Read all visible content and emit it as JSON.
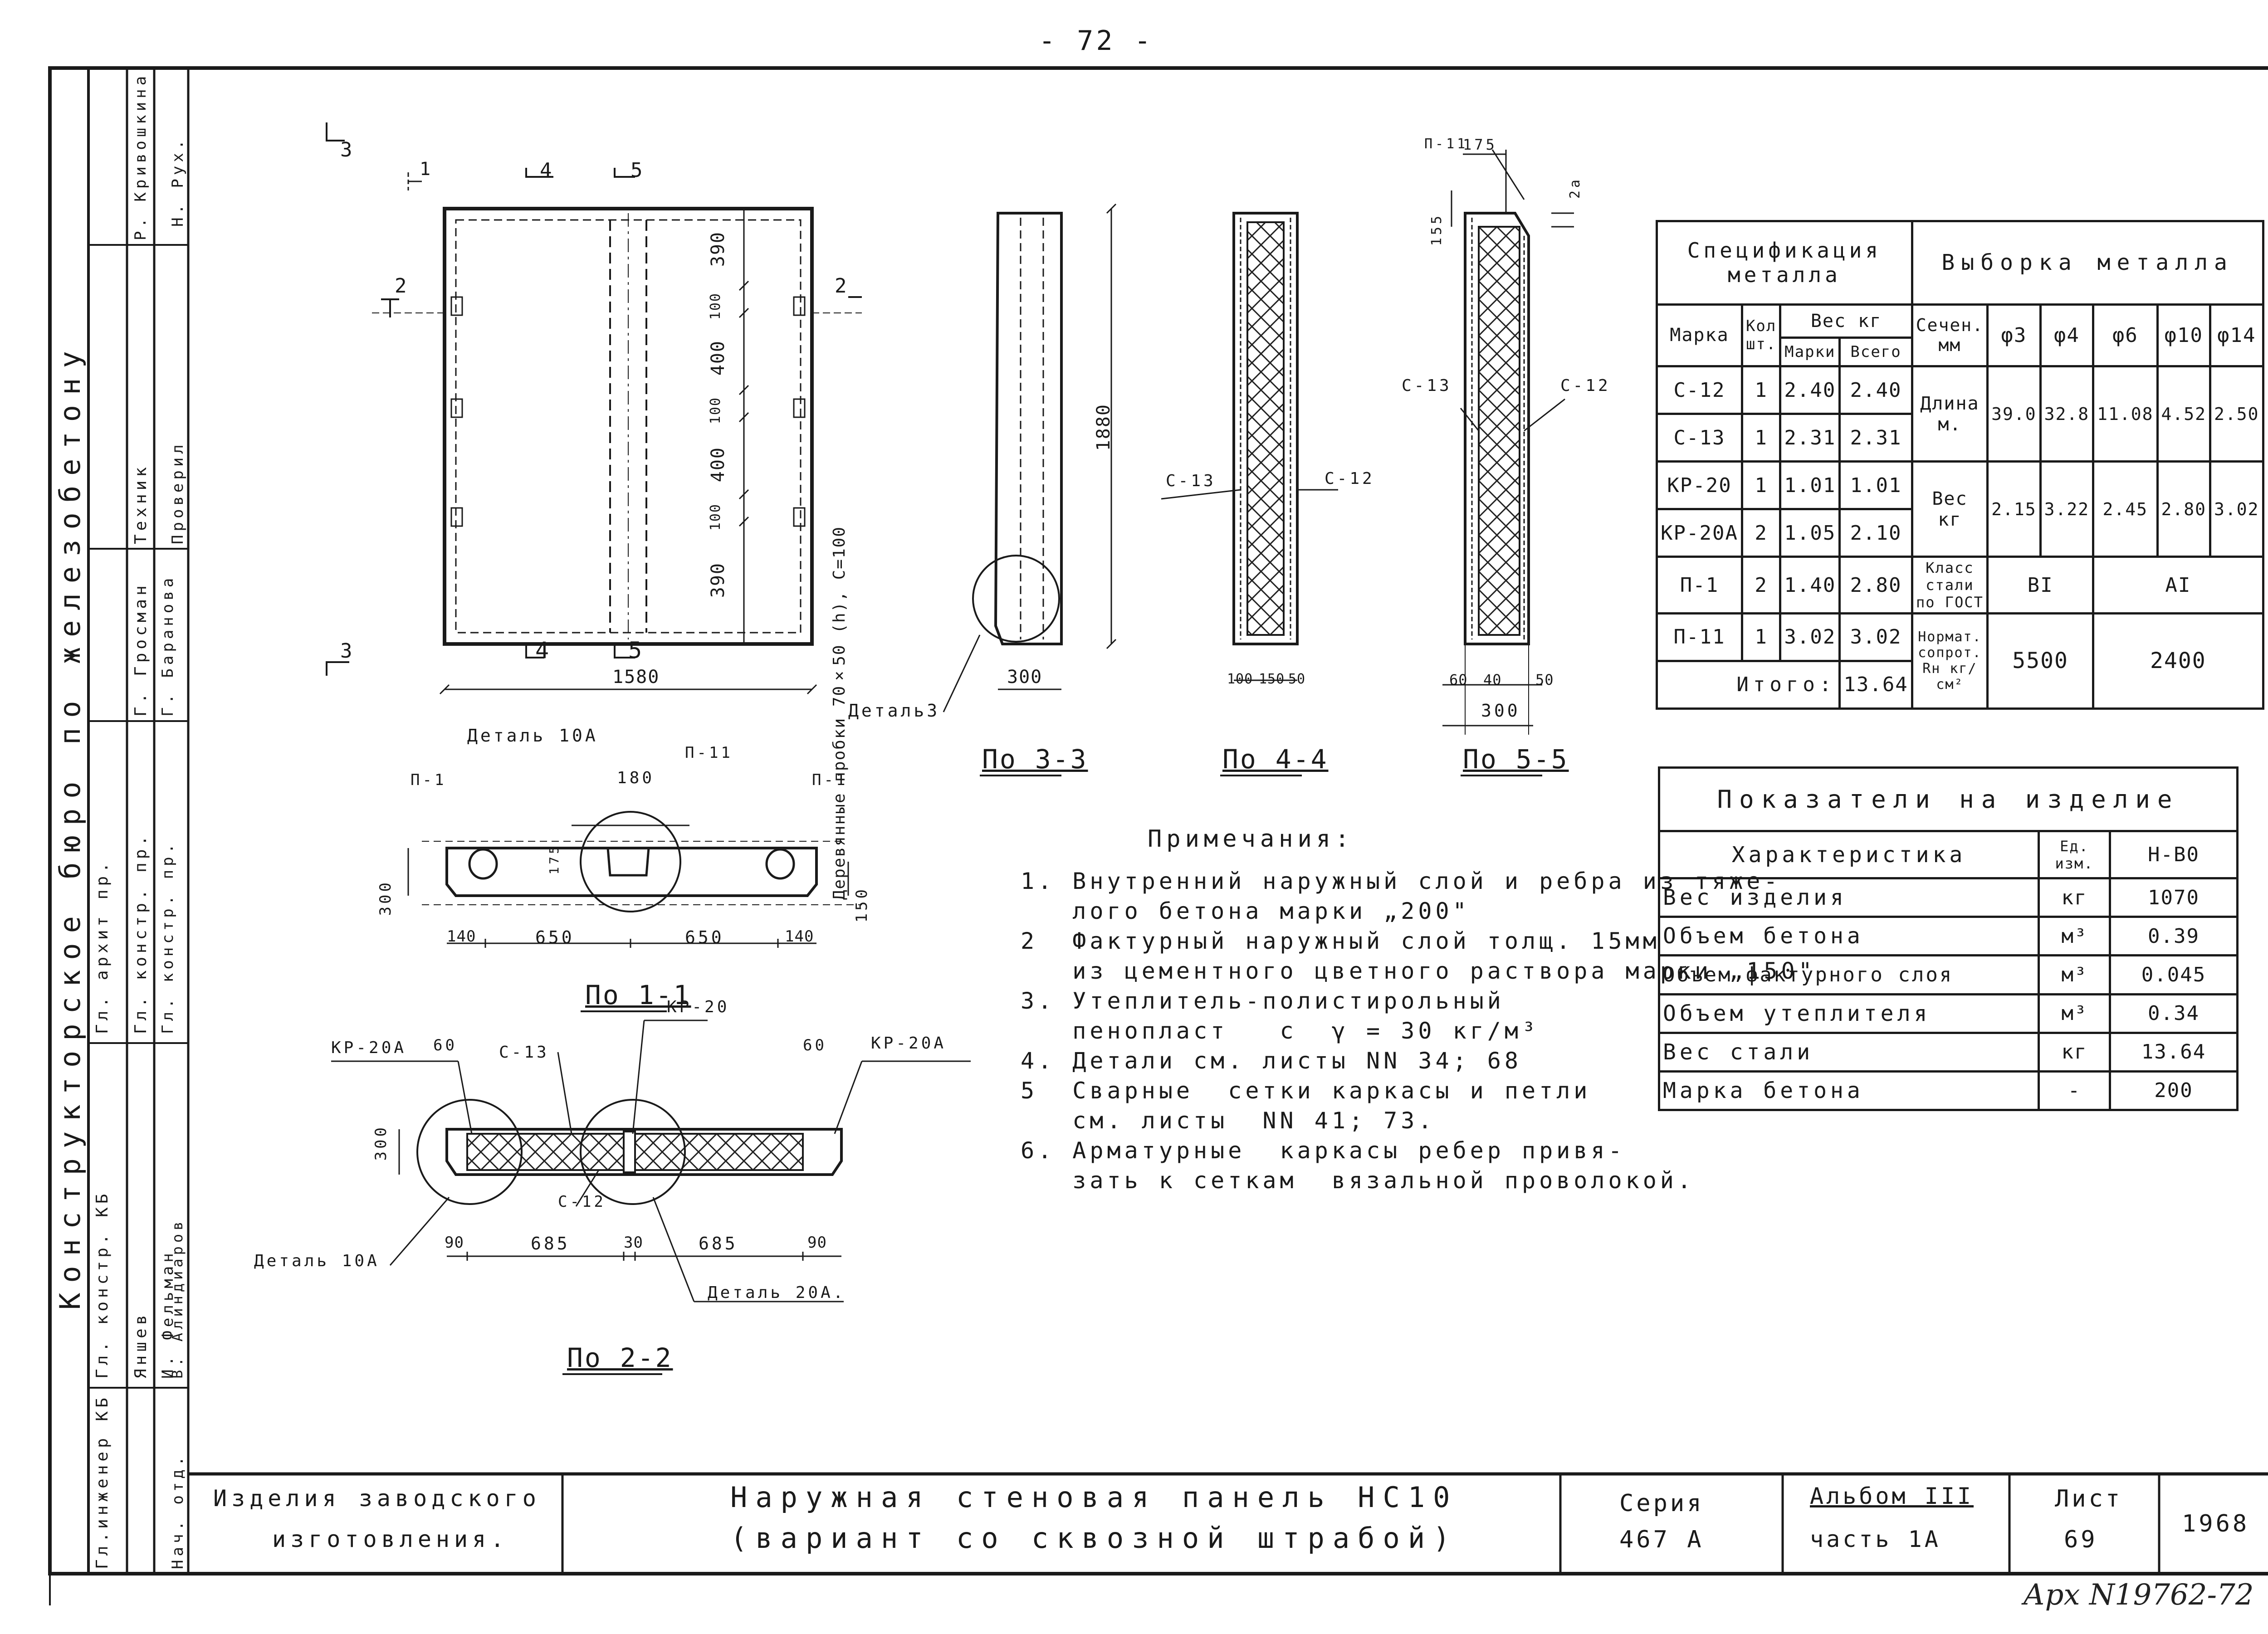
{
  "page_number": "- 72 -",
  "archive_number": "Арх N19762-72",
  "stamp_left": {
    "org": "Конструкторское бюро по железобетону",
    "rows": [
      {
        "role": "Гл.инженер КБ",
        "sign": "",
        "name": ""
      },
      {
        "role": "Гл. констр. КБ",
        "sign": "",
        "name": "Яншев"
      },
      {
        "role": "Гл. архит пр.",
        "sign": "",
        "name": "Г. Гросман"
      },
      {
        "role": "Техник",
        "sign": "",
        "name": "Р. Кривошкина"
      },
      {
        "role": "Гл. констр. пр.",
        "sign": "",
        "name": "И. Фельман"
      },
      {
        "role": "Гл. констр. пр.",
        "sign": "",
        "name": "Г. Баранова"
      },
      {
        "role": "Нач. отд.",
        "sign": "",
        "name": "В. Алиндиаров"
      },
      {
        "role": "Проверил",
        "sign": "",
        "name": "Н. Рух."
      }
    ]
  },
  "title_block": {
    "category_line1": "Изделия заводского",
    "category_line2": "изготовления.",
    "title_line1": "Наружная стеновая панель НС10",
    "title_line2": "(вариант со сквозной штрабой)",
    "series_label": "Серия",
    "series_value": "467 А",
    "album_label": "Альбом III",
    "album_part": "часть 1А",
    "sheet_label": "Лист",
    "sheet_value": "69",
    "year": "1968"
  },
  "spec_table": {
    "title_left": "Спецификация металла",
    "title_right": "Выборка металла",
    "col_marka": "Марка",
    "col_kol": "Кол шт.",
    "col_ves": "Вес кг",
    "col_ves_marki": "Марки",
    "col_ves_vsego": "Всего",
    "col_sechen": "Сечен. мм",
    "diameters": [
      "φ3",
      "φ4",
      "φ6",
      "φ10",
      "φ14"
    ],
    "rows": [
      {
        "marka": "С-12",
        "kol": "1",
        "marki": "2.40",
        "vsego": "2.40"
      },
      {
        "marka": "С-13",
        "kol": "1",
        "marki": "2.31",
        "vsego": "2.31"
      },
      {
        "marka": "КР-20",
        "kol": "1",
        "marki": "1.01",
        "vsego": "1.01"
      },
      {
        "marka": "КР-20А",
        "kol": "2",
        "marki": "1.05",
        "vsego": "2.10"
      },
      {
        "marka": "П-1",
        "kol": "2",
        "marki": "1.40",
        "vsego": "2.80"
      },
      {
        "marka": "П-11",
        "kol": "1",
        "marki": "3.02",
        "vsego": "3.02"
      }
    ],
    "itogo_label": "Итого:",
    "itogo_value": "13.64",
    "dlina_label": "Длина м.",
    "dlina_values": [
      "39.0",
      "32.8",
      "11.08",
      "4.52",
      "2.50"
    ],
    "ves_label": "Вес кг",
    "ves_values": [
      "2.15",
      "3.22",
      "2.45",
      "2.80",
      "3.02"
    ],
    "klass_label": "Класс стали по ГОСТ",
    "klass_values": [
      "ВI",
      "АI"
    ],
    "norm_label": "Нормат. сопрот. Rн кг/см²",
    "norm_values": [
      "5500",
      "2400"
    ]
  },
  "indicators": {
    "title": "Показатели на изделие",
    "col_char": "Характеристика",
    "col_unit": "Ед. изм.",
    "col_val": "Н-В0",
    "rows": [
      {
        "name": "Вес изделия",
        "unit": "кг",
        "value": "1070"
      },
      {
        "name": "Объем бетона",
        "unit": "м³",
        "value": "0.39"
      },
      {
        "name": "Объем фактурного слоя",
        "unit": "м³",
        "value": "0.045"
      },
      {
        "name": "Объем утеплителя",
        "unit": "м³",
        "value": "0.34"
      },
      {
        "name": "Вес стали",
        "unit": "кг",
        "value": "13.64"
      },
      {
        "name": "Марка бетона",
        "unit": "-",
        "value": "200"
      }
    ]
  },
  "notes": {
    "title": "Примечания:",
    "items": [
      "1. Внутренний наружный слой и ребра из тяже-",
      "   лого бетона марки „200\"",
      "2  Фактурный наружный слой толщ. 15мм",
      "   из цементного цветного раствора марки „150\"",
      "3. Утеплитель-полистирольный",
      "   пенопласт   с  γ = 30 кг/м³",
      "4. Детали см. листы NN 34; 68",
      "5  Сварные  сетки каркасы и петли",
      "   см. листы  NN 41; 73.",
      "6. Арматурные  каркасы ребер привя-",
      "   зать к сеткам  вязальной проволокой."
    ]
  },
  "views": {
    "elevation": {
      "dims_vertical": [
        "390",
        "100",
        "400",
        "100",
        "400",
        "100",
        "390"
      ],
      "dim_bottom": "1580",
      "plug_label": "Деревянные пробки 70×50 (h), С=100",
      "cut_marks": [
        "1",
        "4",
        "5",
        "2",
        "2",
        "3",
        "3",
        "4",
        "5"
      ]
    },
    "section_3": {
      "label": "По 3-3",
      "dim_height": "1880",
      "dim_width": "300",
      "detail": "Деталь3"
    },
    "section_4": {
      "label": "По 4-4",
      "dims": [
        "100",
        "150",
        "50"
      ],
      "left": "С-13",
      "right": "С-12"
    },
    "section_5": {
      "label": "По 5-5",
      "dims": [
        "60",
        "40",
        "50"
      ],
      "bottom": "300",
      "top": "175",
      "top_left": "П-11",
      "dim_155": "155",
      "dim_2a": "2а",
      "left": "С-13",
      "right": "С-12"
    },
    "section_1": {
      "label": "По 1-1",
      "detail": "Деталь 10А",
      "dims": [
        "140",
        "650",
        "650",
        "140"
      ],
      "top": "180",
      "h": "300",
      "h2": "175",
      "side": "150",
      "loops": [
        "П-1",
        "П-11",
        "П-1"
      ]
    },
    "section_2": {
      "label": "По 2-2",
      "dims": [
        "90",
        "685",
        "30",
        "685",
        "90"
      ],
      "h": "300",
      "top_dims": [
        "60",
        "60"
      ],
      "labels": [
        "КР-20А",
        "С-13",
        "КР-20",
        "КР-20А",
        "С-12"
      ],
      "detail_left": "Деталь 10А",
      "detail_right": "Деталь 20А."
    }
  }
}
